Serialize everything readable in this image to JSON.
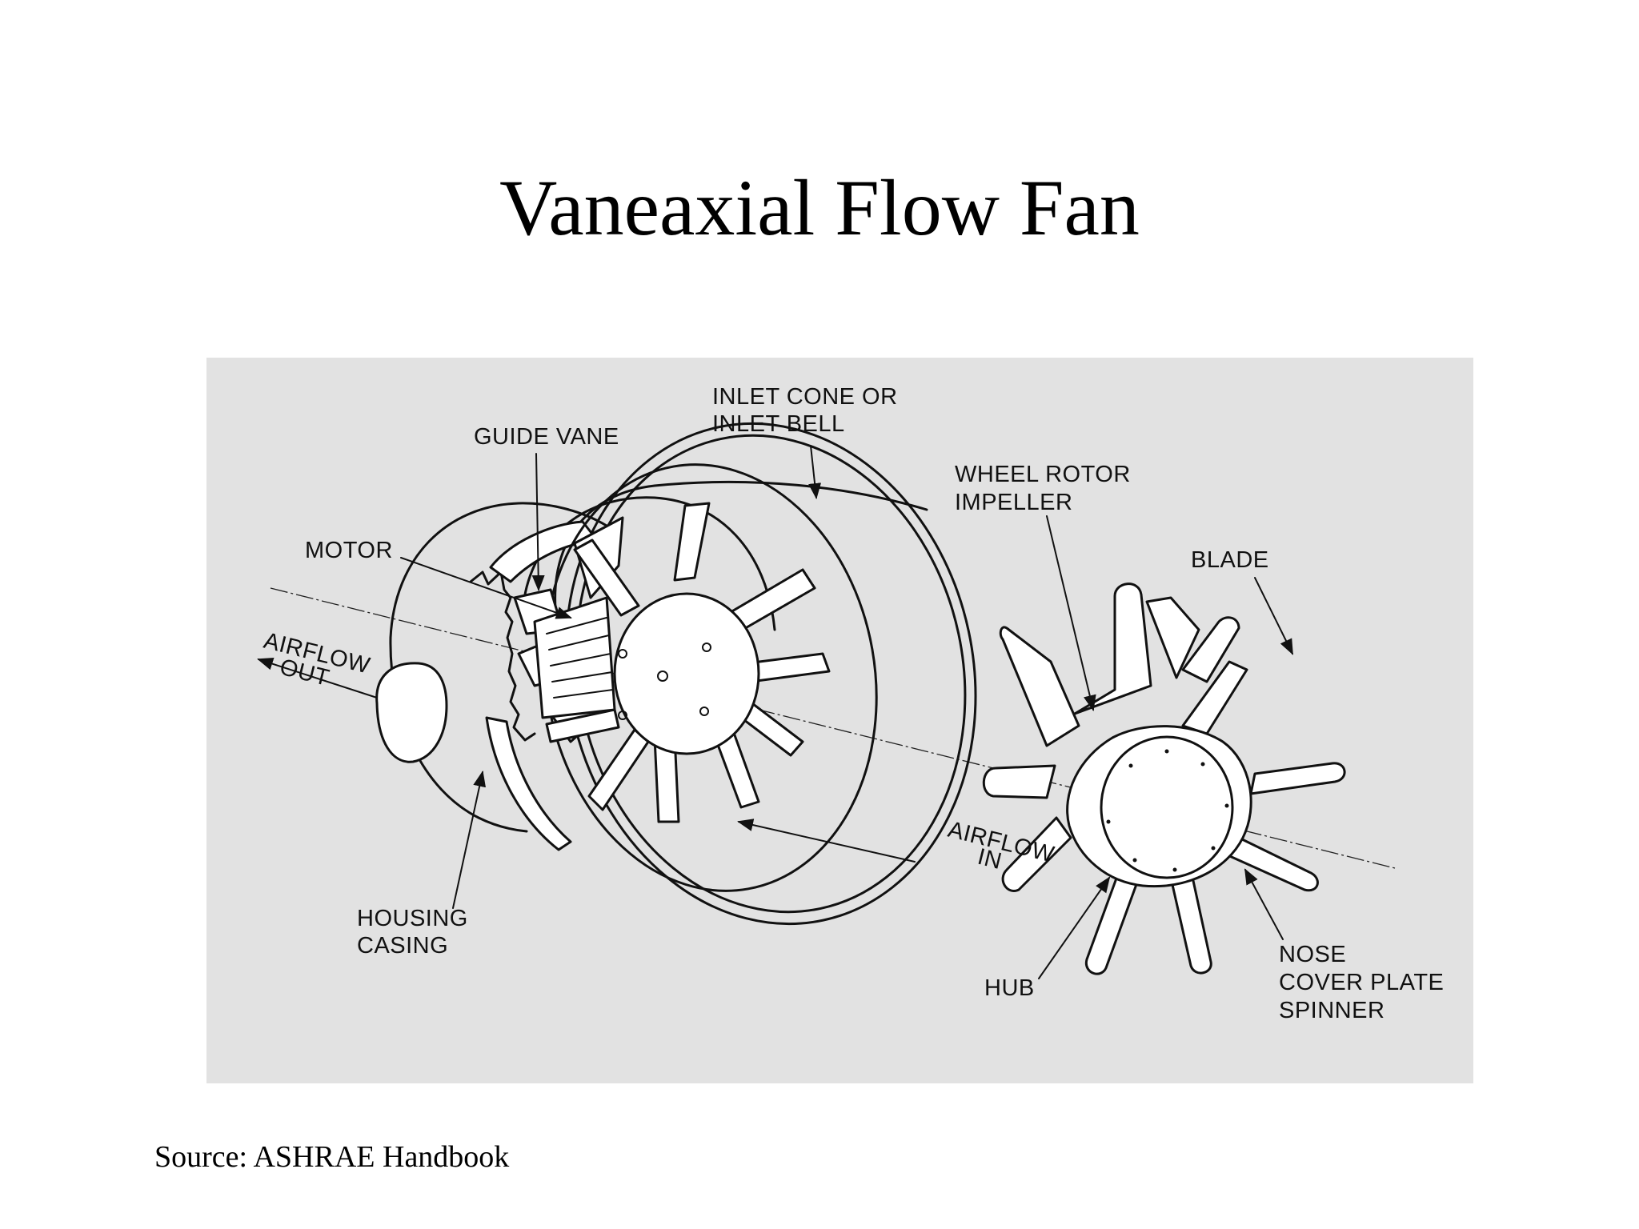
{
  "slide": {
    "title": "Vaneaxial Flow Fan",
    "source": "Source: ASHRAE Handbook"
  },
  "diagram": {
    "labels": {
      "inlet_cone_line1": "INLET CONE OR",
      "inlet_cone_line2": "INLET BELL",
      "guide_vane": "GUIDE VANE",
      "wheel_rotor_line1": "WHEEL ROTOR",
      "wheel_rotor_line2": "IMPELLER",
      "motor": "MOTOR",
      "blade": "BLADE",
      "airflow_out_line1": "AIRFLOW",
      "airflow_out_line2": "OUT",
      "airflow_in_line1": "AIRFLOW",
      "airflow_in_line2": "IN",
      "housing_line1": "HOUSING",
      "housing_line2": "CASING",
      "hub": "HUB",
      "nose_line1": "NOSE",
      "nose_line2": "COVER PLATE",
      "nose_line3": "SPINNER"
    },
    "panel_color": "#e2e2e2",
    "line_color": "#111111"
  }
}
